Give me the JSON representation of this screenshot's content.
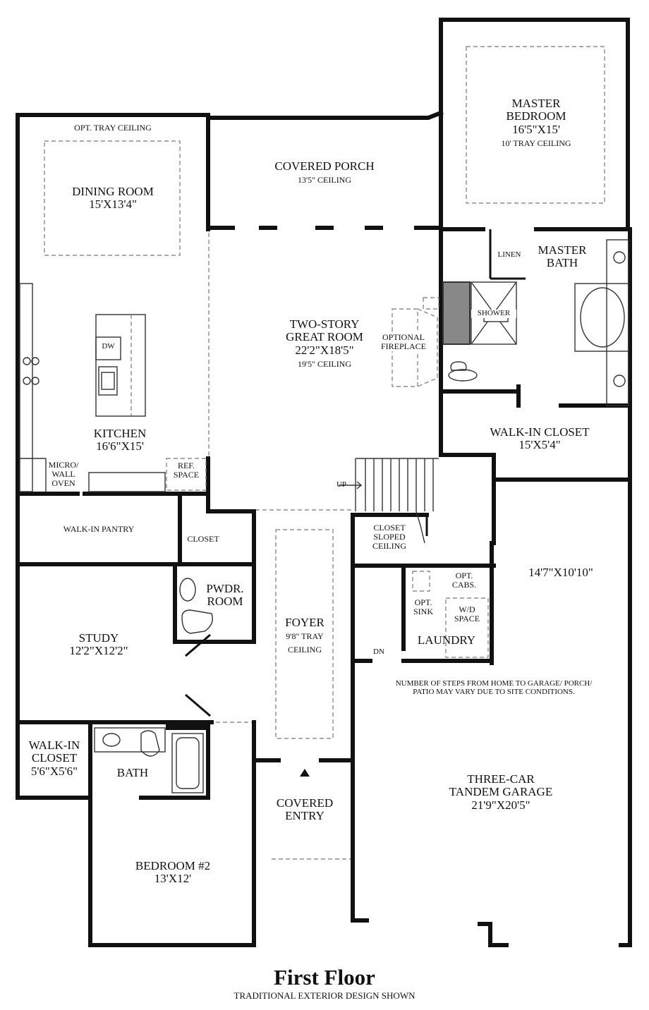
{
  "rooms": {
    "dining": {
      "tray": "OPT. TRAY CEILING",
      "name": "DINING ROOM",
      "dims": "15'X13'4\""
    },
    "porch": {
      "name": "COVERED PORCH",
      "ceiling": "13'5\" CEILING"
    },
    "master_bedroom": {
      "line1": "MASTER",
      "line2": "BEDROOM",
      "dims": "16'5\"X15'",
      "ceiling": "10' TRAY CEILING"
    },
    "linen": "LINEN",
    "master_bath": {
      "line1": "MASTER",
      "line2": "BATH"
    },
    "shower": "SHOWER",
    "great_room": {
      "line1": "TWO-STORY",
      "line2": "GREAT ROOM",
      "dims": "22'2\"X18'5\"",
      "ceiling": "19'5\" CEILING"
    },
    "fireplace": {
      "line1": "OPTIONAL",
      "line2": "FIREPLACE"
    },
    "dw": "DW",
    "kitchen": {
      "name": "KITCHEN",
      "dims": "16'6\"X15'"
    },
    "micro": {
      "line1": "MICRO/",
      "line2": "WALL",
      "line3": "OVEN"
    },
    "ref": {
      "line1": "REF.",
      "line2": "SPACE"
    },
    "walkin_master": {
      "name": "WALK-IN CLOSET",
      "dims": "15'X5'4\""
    },
    "up": "UP",
    "pantry": "WALK-IN PANTRY",
    "closet": "CLOSET",
    "closet_sloped": {
      "line1": "CLOSET",
      "line2": "SLOPED",
      "line3": "CEILING"
    },
    "flex": "14'7\"X10'10\"",
    "opt_cabs": {
      "line1": "OPT.",
      "line2": "CABS."
    },
    "opt_sink": {
      "line1": "OPT.",
      "line2": "SINK"
    },
    "wd": {
      "line1": "W/D",
      "line2": "SPACE"
    },
    "laundry": "LAUNDRY",
    "pwdr": {
      "line1": "PWDR.",
      "line2": "ROOM"
    },
    "study": {
      "name": "STUDY",
      "dims": "12'2\"X12'2\""
    },
    "foyer": {
      "name": "FOYER",
      "line2": "9'8\" TRAY",
      "line3": "CEILING"
    },
    "dn": "DN",
    "steps_note": {
      "line1": "NUMBER OF STEPS FROM HOME TO GARAGE/ PORCH/",
      "line2": "PATIO MAY VARY DUE TO SITE CONDITIONS."
    },
    "walkin_small": {
      "line1": "WALK-IN",
      "line2": "CLOSET",
      "dims": "5'6\"X5'6\""
    },
    "bath": "BATH",
    "covered_entry": {
      "line1": "COVERED",
      "line2": "ENTRY"
    },
    "garage": {
      "line1": "THREE-CAR",
      "line2": "TANDEM GARAGE",
      "dims": "21'9\"X20'5\""
    },
    "bedroom2": {
      "name": "BEDROOM #2",
      "dims": "13'X12'"
    }
  },
  "title": {
    "main": "First Floor",
    "sub": "TRADITIONAL EXTERIOR DESIGN SHOWN"
  }
}
